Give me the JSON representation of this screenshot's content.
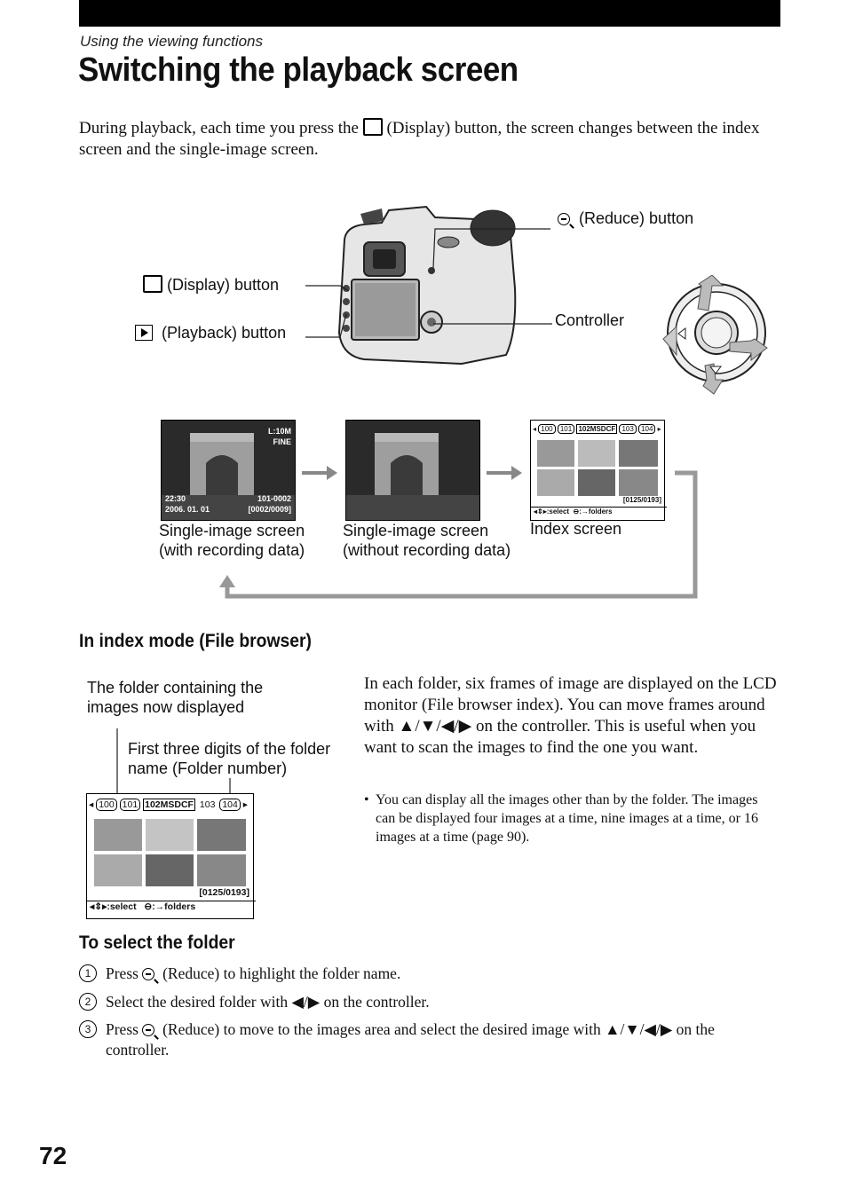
{
  "header": {
    "section_label": "Using the viewing functions",
    "title": "Switching the playback screen"
  },
  "intro": {
    "before": "During playback, each time you press the",
    "after": "(Display) button, the screen changes between the index screen and the single-image screen."
  },
  "camera_callouts": {
    "reduce": "(Reduce) button",
    "display": "(Display) button",
    "playback": "(Playback) button",
    "controller": "Controller"
  },
  "screens": {
    "s1_rec": "L:10M",
    "s1_quality": "FINE",
    "s1_time": "22:30",
    "s1_date": "2006. 01. 01",
    "s1_file": "101-0002",
    "s1_count": "[0002/0009]",
    "folders": [
      "100",
      "101",
      "102MSDCF",
      "103",
      "104"
    ],
    "index_count": "[0125/0193]",
    "index_select": ":select",
    "index_folders": ":→folders",
    "caption1": "Single-image screen (with recording data)",
    "caption2": "Single-image screen (without recording data)",
    "caption3": "Index screen"
  },
  "index_mode": {
    "heading": "In index mode (File browser)",
    "callout_folder": "The folder containing the images now displayed",
    "callout_digits": "First three digits of the folder name (Folder number)",
    "paragraph": "In each folder, six frames of image are displayed on the LCD monitor (File browser index). You can move frames around with ▲/▼/◀/▶ on the controller. This is useful when you want to scan the images to find the one you want.",
    "bullet": "You can display all the images other than by the folder. The images can be displayed four images at a time, nine images at a time, or 16 images at a time (page 90)."
  },
  "select_folder": {
    "heading": "To select the folder",
    "steps": [
      {
        "num": "1",
        "before": "Press",
        "after": "(Reduce) to highlight the folder name."
      },
      {
        "num": "2",
        "text": "Select the desired folder with ◀/▶ on the controller."
      },
      {
        "num": "3",
        "before": "Press",
        "after": "(Reduce) to move to the images area and select the desired image with ▲/▼/◀/▶ on the controller."
      }
    ]
  },
  "page_number": "72"
}
